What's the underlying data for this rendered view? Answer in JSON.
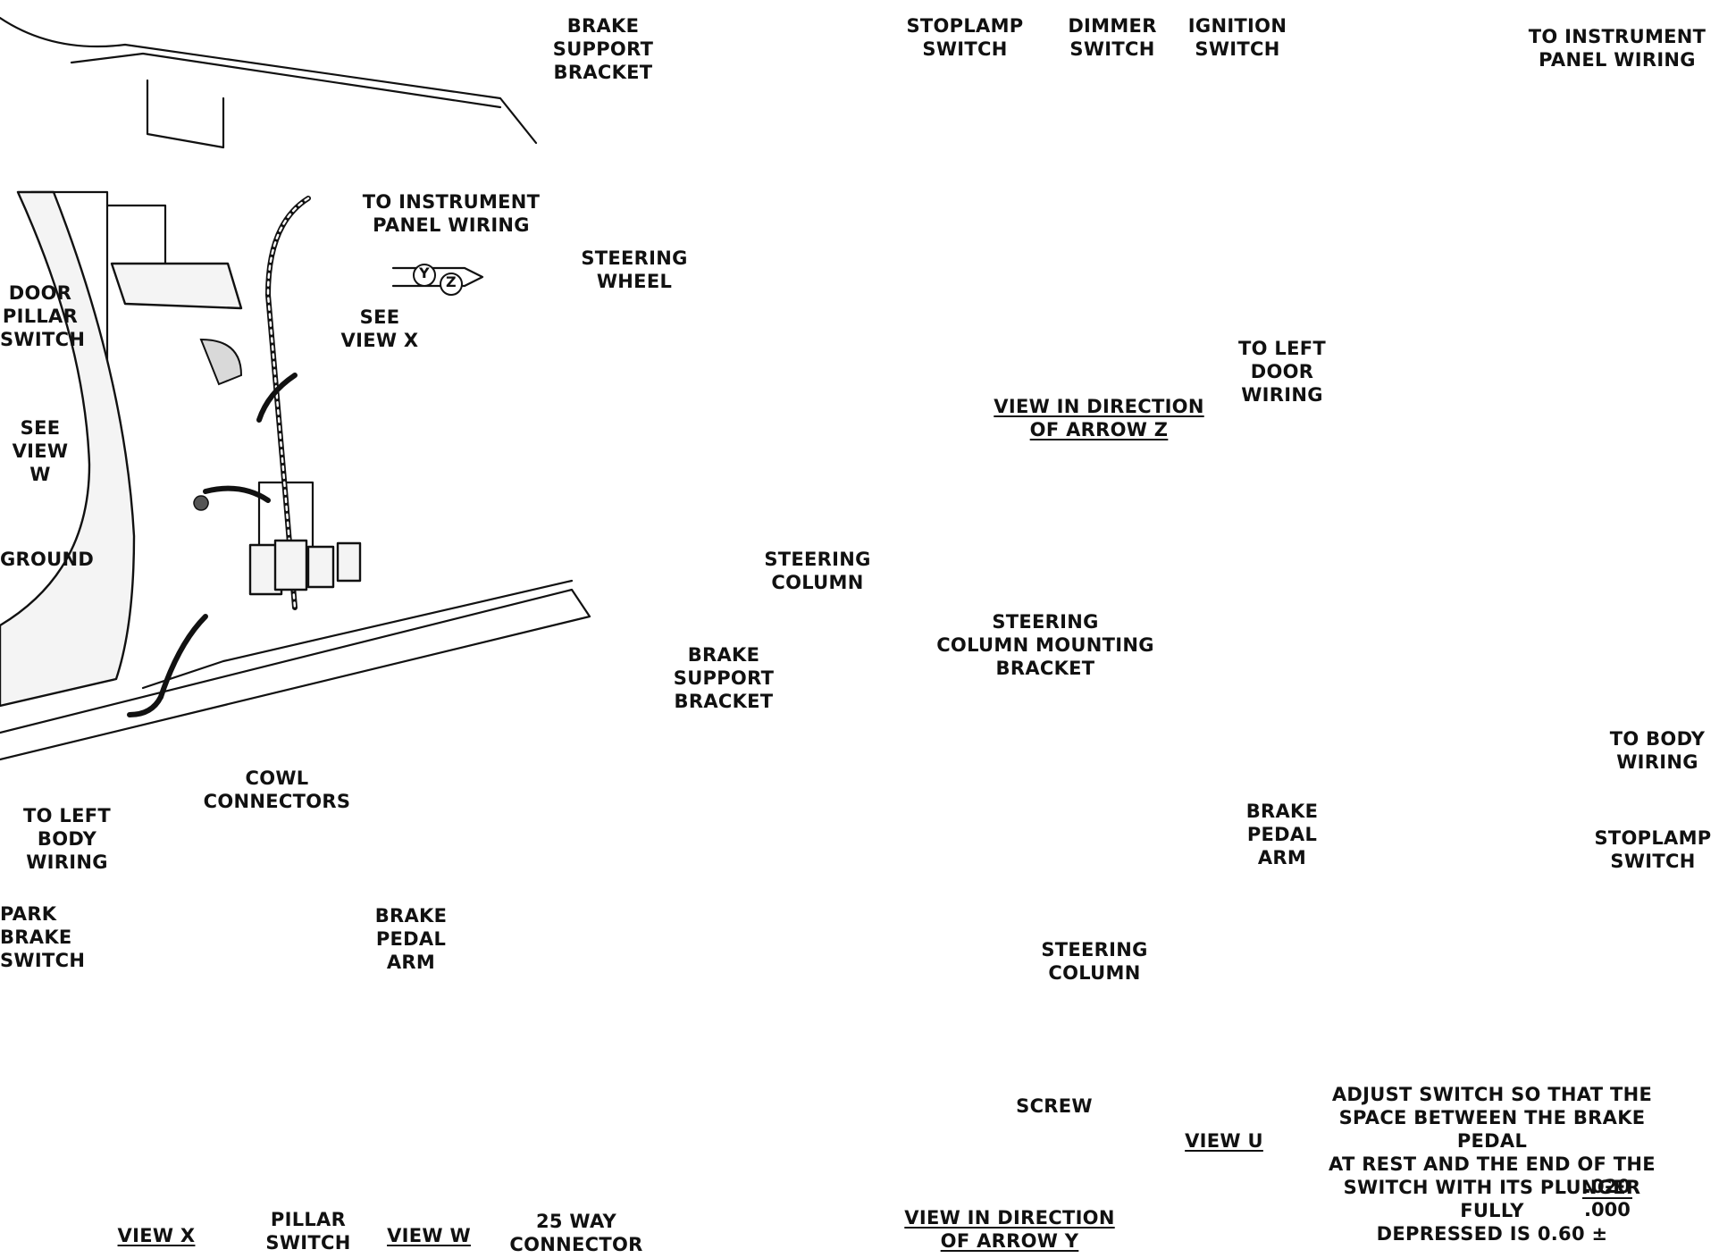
{
  "labels": {
    "brake_support_bracket_top": "BRAKE SUPPORT\nBRACKET",
    "stoplamp_switch_top": "STOPLAMP\nSWITCH",
    "dimmer_switch": "DIMMER\nSWITCH",
    "ignition_switch": "IGNITION\nSWITCH",
    "to_instrument_panel_wiring_right": "TO INSTRUMENT\nPANEL WIRING",
    "to_instrument_panel_wiring_left": "TO INSTRUMENT\nPANEL WIRING",
    "door_pillar_switch": "DOOR\nPILLAR\nSWITCH",
    "see_view_x": "SEE\nVIEW X",
    "see_view_w": "SEE\nVIEW W",
    "steering_wheel": "STEERING\nWHEEL",
    "view_arrow_z": "VIEW IN DIRECTION\nOF ARROW Z",
    "to_left_door_wiring": "TO LEFT\nDOOR\nWIRING",
    "ground": "GROUND",
    "steering_column_top": "STEERING\nCOLUMN",
    "steering_column_mounting_bracket": "STEERING\nCOLUMN MOUNTING\nBRACKET",
    "brake_support_bracket_mid": "BRAKE SUPPORT\nBRACKET",
    "to_body_wiring": "TO BODY\nWIRING",
    "cowl_connectors": "COWL\nCONNECTORS",
    "to_left_body_wiring": "TO LEFT BODY\nWIRING",
    "brake_pedal_arm_right": "BRAKE\nPEDAL\nARM",
    "stoplamp_switch_right": "STOPLAMP\nSWITCH",
    "park_brake_switch": "PARK BRAKE\nSWITCH",
    "brake_pedal_arm_mid": "BRAKE\nPEDAL\nARM",
    "steering_column_mid": "STEERING\nCOLUMN",
    "screw": "SCREW",
    "view_u": "VIEW U",
    "adjust_note": "ADJUST SWITCH SO THAT THE\nSPACE BETWEEN THE BRAKE PEDAL\nAT REST AND THE END OF THE\nSWITCH WITH ITS PLUNGER FULLY\nDEPRESSED IS 0.60 ±",
    "tolerance_plus": ".020",
    "tolerance_minus": ".000",
    "view_x": "VIEW X",
    "pillar_switch": "PILLAR\nSWITCH",
    "view_w": "VIEW W",
    "way25_connector": "25 WAY\nCONNECTOR",
    "view_arrow_y": "VIEW IN DIRECTION\nOF ARROW Y",
    "arrow_y": "Y",
    "arrow_z": "Z"
  }
}
